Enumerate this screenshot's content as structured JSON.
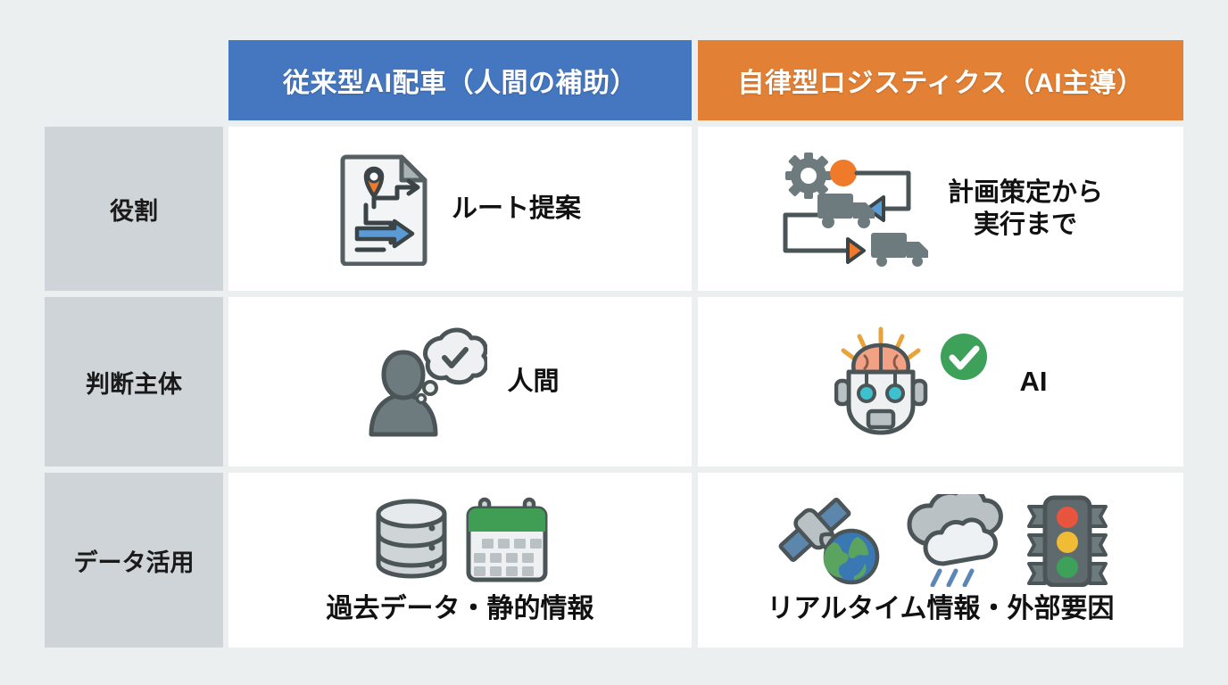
{
  "table": {
    "headers": {
      "row_label_corner": "",
      "col1": "従来型AI配車（人間の補助）",
      "col2": "自律型ロジスティクス（AI主導）"
    },
    "colors": {
      "col1_header_bg": "#4577C0",
      "col2_header_bg": "#E28135",
      "row_label_bg": "#CED4D7",
      "cell_bg": "#FFFFFF",
      "page_bg": "#EBEFF0",
      "accent_green": "#3EA15A",
      "accent_orange": "#EF7A29",
      "accent_blue": "#5B9BD5",
      "icon_gray": "#6E7B7E"
    },
    "rows": [
      {
        "label": "役割",
        "col1": {
          "text": "ルート提案",
          "icons": [
            "route-document-icon"
          ],
          "layout": "icon-left-text-right"
        },
        "col2": {
          "text": "計画策定から\n実行まで",
          "icons": [
            "logistics-flow-icon"
          ],
          "layout": "icon-left-text-right"
        }
      },
      {
        "label": "判断主体",
        "col1": {
          "text": "人間",
          "icons": [
            "person-thought-bubble-icon"
          ],
          "layout": "icon-left-text-right"
        },
        "col2": {
          "text": "AI",
          "icons": [
            "robot-brain-icon",
            "green-check-badge-icon"
          ],
          "layout": "icon-left-text-right"
        }
      },
      {
        "label": "データ活用",
        "col1": {
          "text": "過去データ・静的情報",
          "icons": [
            "database-icon",
            "calendar-icon"
          ],
          "layout": "icons-above-text"
        },
        "col2": {
          "text": "リアルタイム情報・外部要因",
          "icons": [
            "satellite-globe-icon",
            "rain-cloud-icon",
            "traffic-light-icon"
          ],
          "layout": "icons-above-text"
        }
      }
    ]
  }
}
